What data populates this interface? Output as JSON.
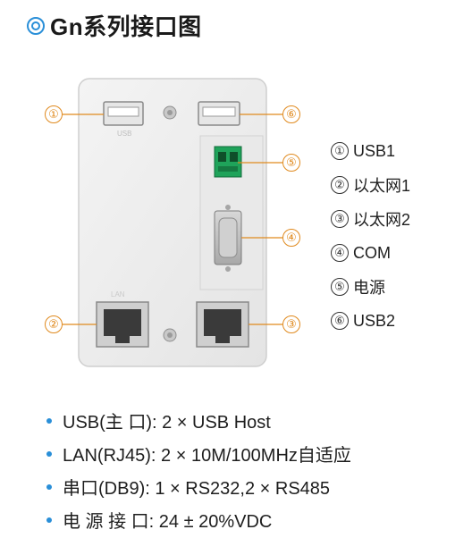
{
  "title": "Gn系列接口图",
  "device": {
    "usb_silk": "USB",
    "lan_silk": "LAN"
  },
  "markers": [
    "①",
    "②",
    "③",
    "④",
    "⑤",
    "⑥"
  ],
  "legend": [
    {
      "num": "①",
      "label": "USB1"
    },
    {
      "num": "②",
      "label": "以太网1"
    },
    {
      "num": "③",
      "label": "以太网2"
    },
    {
      "num": "④",
      "label": "COM"
    },
    {
      "num": "⑤",
      "label": "电源"
    },
    {
      "num": "⑥",
      "label": "USB2"
    }
  ],
  "specs": [
    "USB(主 口): 2 × USB Host",
    "LAN(RJ45): 2 × 10M/100MHz自适应",
    "串口(DB9): 1 × RS232,2 × RS485",
    "电 源 接 口: 24 ± 20%VDC"
  ],
  "colors": {
    "accent": "#2a8fd8",
    "callout": "#e08a1e",
    "connector_green": "#1fa35a"
  }
}
